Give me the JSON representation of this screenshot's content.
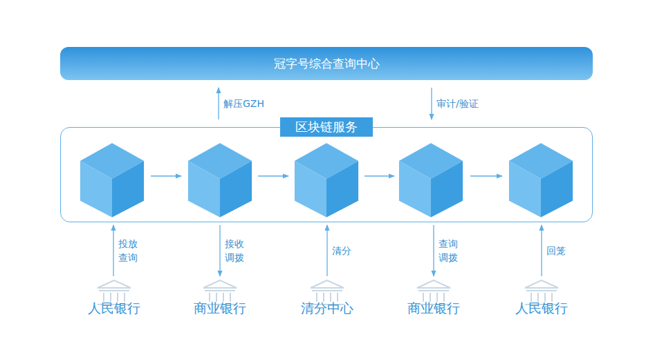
{
  "diagram": {
    "nodes": [
      {
        "text": [
          "冠字号综合查询中心"
        ]
      },
      {
        "text": [
          "区块链服务"
        ]
      },
      {
        "text": [
          "人民银行"
        ]
      },
      {
        "text": [
          "商业银行"
        ]
      },
      {
        "text": [
          "清分中心"
        ]
      },
      {
        "text": [
          "商业银行"
        ]
      },
      {
        "text": [
          "人民银行"
        ]
      }
    ],
    "edges": [
      {
        "from": 1,
        "to": 0,
        "label": "解压GZH",
        "arrow": "to"
      },
      {
        "from": 0,
        "to": 1,
        "label": "审计/验证",
        "arrow": "to"
      },
      {
        "from": 2,
        "to": 1,
        "label": "投放 查询",
        "arrow": "to"
      },
      {
        "from": 1,
        "to": 3,
        "label": "接收 调拨",
        "arrow": "to"
      },
      {
        "from": 4,
        "to": 1,
        "label": "清分",
        "arrow": "to"
      },
      {
        "from": 1,
        "to": 5,
        "label": "查询 调拨",
        "arrow": "to"
      },
      {
        "from": 6,
        "to": 1,
        "label": "回笼",
        "arrow": "to"
      }
    ]
  }
}
